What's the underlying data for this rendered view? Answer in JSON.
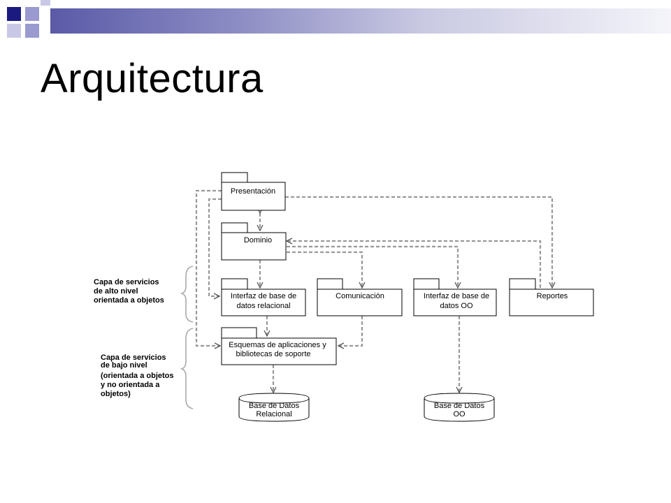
{
  "slide": {
    "title": "Arquitectura",
    "accent_colors": {
      "dark_square": "#1a1a80",
      "light_square": "#9a9ad0",
      "bar_start": "#5a5aa8",
      "bar_end": "#f4f4fa"
    }
  },
  "diagram": {
    "packages": {
      "presentacion": "Presentación",
      "dominio": "Dominio",
      "interfaz_relacional": [
        "Interfaz de base de",
        "datos relacional"
      ],
      "comunicacion": "Comunicación",
      "interfaz_oo": [
        "Interfaz de base de",
        "datos OO"
      ],
      "reportes": "Reportes",
      "esquemas": [
        "Esquemas de aplicaciones y",
        "bibliotecas de soporte"
      ]
    },
    "databases": {
      "relacional": [
        "Base de Datos",
        "Relacional"
      ],
      "oo": [
        "Base de Datos",
        "OO"
      ]
    },
    "layers": {
      "alto": [
        "Capa de servicios",
        "de alto nivel",
        "orientada a objetos"
      ],
      "bajo": [
        "Capa de servicios",
        "de bajo nivel",
        "(orientada a objetos",
        "y no orientada a",
        "objetos)"
      ]
    }
  }
}
